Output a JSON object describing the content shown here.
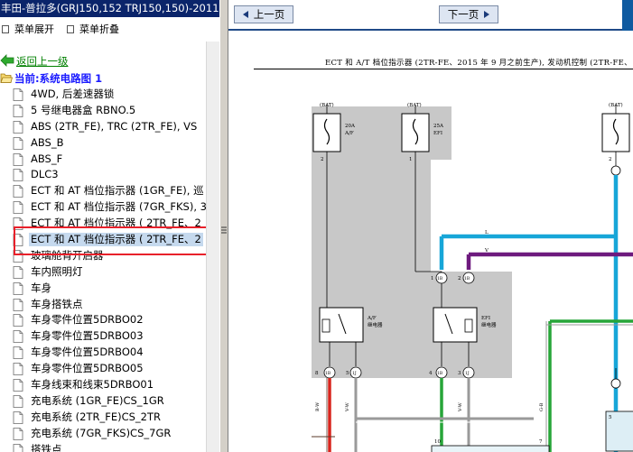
{
  "window": {
    "title": "丰田-普拉多(GRJ150,152 TRJ150,150)-2011-"
  },
  "menu": {
    "expand_label": "菜单展开",
    "collapse_label": "菜单折叠"
  },
  "tree": {
    "back_label": "返回上一级",
    "current_label": "当前:系统电路图 1",
    "items": [
      {
        "label": "4WD, 后差速器锁"
      },
      {
        "label": "5 号继电器盒 RBNO.5"
      },
      {
        "label": "ABS (2TR_FE), TRC (2TR_FE), VS"
      },
      {
        "label": "ABS_B"
      },
      {
        "label": "ABS_F"
      },
      {
        "label": "DLC3"
      },
      {
        "label": "ECT 和 AT 档位指示器 (1GR_FE), 巡"
      },
      {
        "label": "ECT 和 AT 档位指示器 (7GR_FKS), 3"
      },
      {
        "label": "ECT 和 AT 档位指示器 ( 2TR_FE、2"
      },
      {
        "label": "ECT 和 AT 档位指示器 ( 2TR_FE、2"
      },
      {
        "label": "玻璃舱背开启器"
      },
      {
        "label": "车内照明灯"
      },
      {
        "label": "车身"
      },
      {
        "label": "车身搭铁点"
      },
      {
        "label": "车身零件位置5DRBO02"
      },
      {
        "label": "车身零件位置5DRBO03"
      },
      {
        "label": "车身零件位置5DRBO04"
      },
      {
        "label": "车身零件位置5DRBO05"
      },
      {
        "label": "车身线束和线束5DRBO01"
      },
      {
        "label": "充电系统 (1GR_FE)CS_1GR"
      },
      {
        "label": "充电系统 (2TR_FE)CS_2TR"
      },
      {
        "label": "充电系统 (7GR_FKS)CS_7GR"
      },
      {
        "label": "搭铁点"
      }
    ],
    "selected_index": 9
  },
  "nav": {
    "prev_label": "上一页",
    "next_label": "下一页"
  },
  "diagram": {
    "title": "ECT 和 A/T 档位指示器 (2TR-FE、2015 年 9 月之前生产), 发动机控制 (2TR-FE、",
    "labels": {
      "bat": "(BAT)",
      "fuse1": "20A",
      "fuse1b": "A/F",
      "fuse2": "25A",
      "fuse2b": "EFI",
      "relay1": "A/F",
      "relay1b": "继电器",
      "relay2": "EFI",
      "relay2b": "继电器",
      "wire_l": "L",
      "wire_v": "V",
      "conn": "1B",
      "conn2": "1J",
      "wire_bw": "B-W",
      "wire_vw": "V-W",
      "wire_gr": "G-B",
      "num2": "2",
      "num1": "1",
      "num5": "5",
      "num3": "3",
      "num8": "8",
      "num4": "4",
      "num7": "7",
      "num10": "10"
    },
    "colors": {
      "gray_box": "#c8c8c8",
      "cyan_wire": "#17a6d8",
      "purple_wire": "#6e1a7e",
      "green_wire": "#27a539",
      "red_wire": "#d8251d",
      "brown_wire": "#5a3a2a"
    }
  },
  "colors": {
    "titlebar": "#0a246a",
    "highlight": "#e8202a",
    "selected_row": "#c5d9ee",
    "link_green": "#008000",
    "current_blue": "#1a1aff"
  }
}
